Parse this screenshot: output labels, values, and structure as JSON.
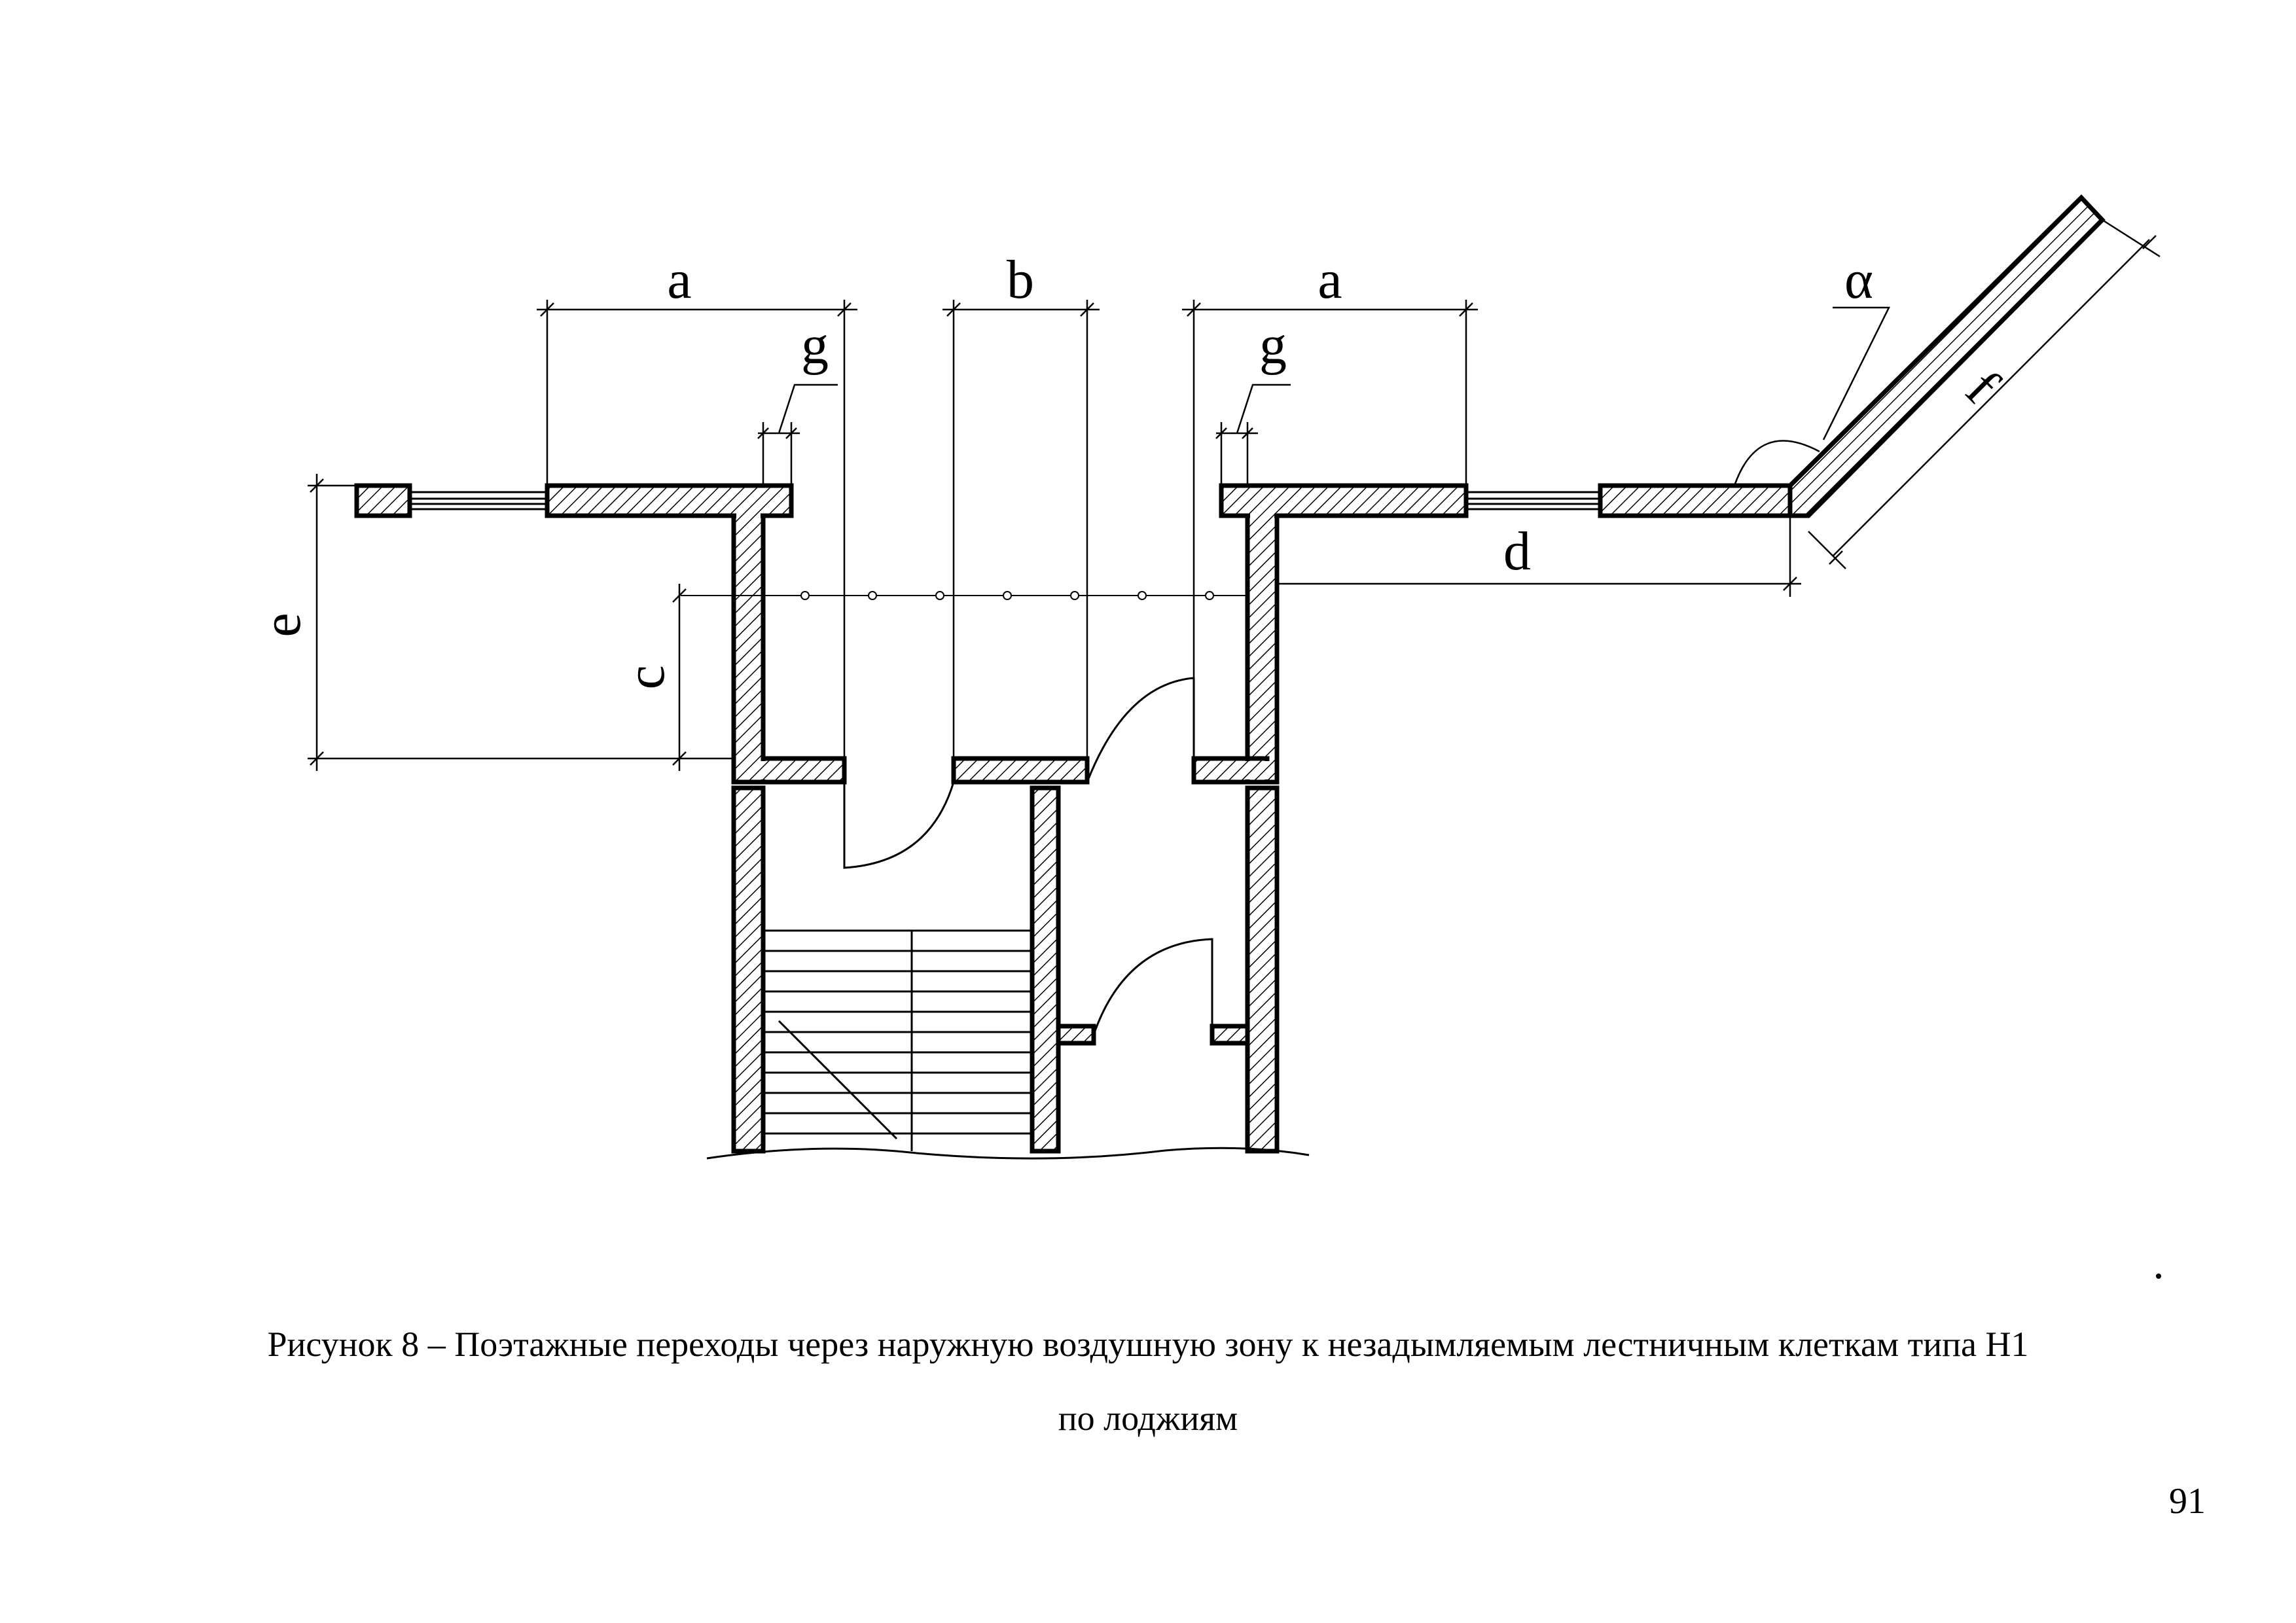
{
  "figure": {
    "dimension_labels": {
      "a_left": "a",
      "b": "b",
      "a_right": "a",
      "g_left": "g",
      "g_right": "g",
      "alpha": "α",
      "f": "f",
      "d": "d",
      "e": "e",
      "c": "c"
    },
    "caption_line1": "Рисунок 8 – Поэтажные переходы через наружную воздушную зону к незадымляемым лестничным клеткам типа Н1",
    "caption_line2": "по лоджиям"
  },
  "page": {
    "number": "91"
  },
  "colors": {
    "ink": "#000000",
    "wall_fill": "#ffffff",
    "hatch": "#000000"
  }
}
